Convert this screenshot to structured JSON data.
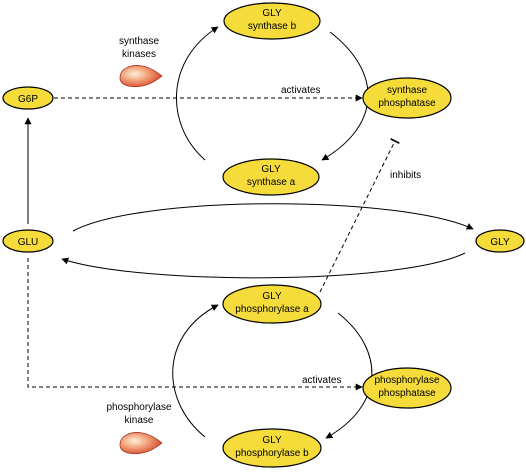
{
  "nodes": {
    "gly_synthase_b": [
      "GLY",
      "synthase b"
    ],
    "gly_synthase_a": [
      "GLY",
      "synthase a"
    ],
    "synthase_phosphatase": [
      "synthase",
      "phosphatase"
    ],
    "g6p": "G6P",
    "glu": "GLU",
    "gly": "GLY",
    "gly_phosphorylase_a": [
      "GLY",
      "phosphorylase a"
    ],
    "gly_phosphorylase_b": [
      "GLY",
      "phosphorylase b"
    ],
    "phosphorylase_phosphatase": [
      "phosphorylase",
      "phosphatase"
    ]
  },
  "labels": {
    "synthase_kinases": [
      "synthase",
      "kinases"
    ],
    "phosphorylase_kinase": [
      "phosphorylase",
      "kinase"
    ],
    "activates_top": "activates",
    "activates_bottom": "activates",
    "inhibits": "inhibits"
  },
  "colors": {
    "node_fill": "#f5dc3a",
    "node_stroke": "#000000",
    "kinase_fill_light": "#fbe7c4",
    "kinase_fill_dark": "#d94a2c"
  }
}
